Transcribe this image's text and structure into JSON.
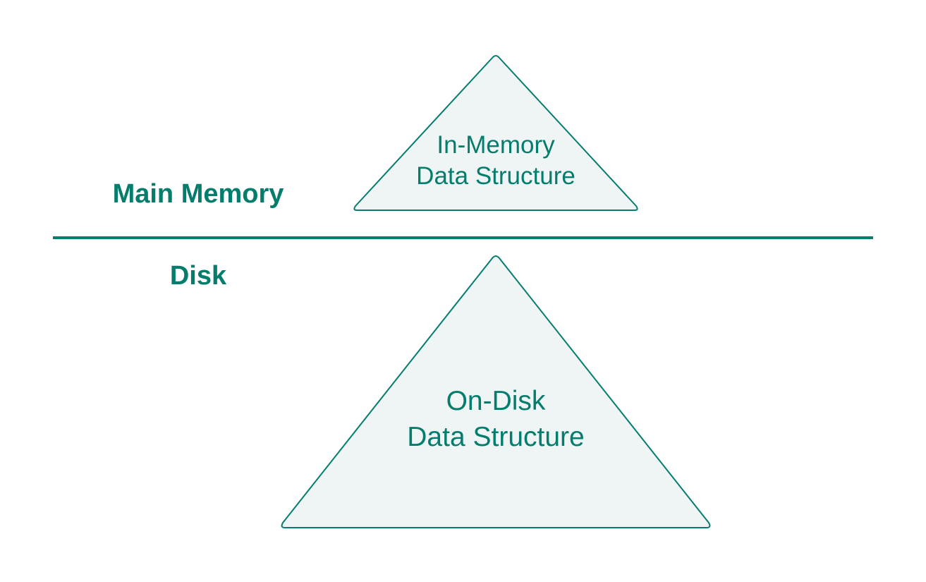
{
  "colors": {
    "accent": "#047d6d",
    "fill": "#eff5f4",
    "background": "#ffffff"
  },
  "regions": {
    "main_memory_label": "Main Memory",
    "disk_label": "Disk"
  },
  "structures": {
    "in_memory": {
      "line1": "In-Memory",
      "line2": "Data Structure"
    },
    "on_disk": {
      "line1": "On-Disk",
      "line2": "Data Structure"
    }
  }
}
